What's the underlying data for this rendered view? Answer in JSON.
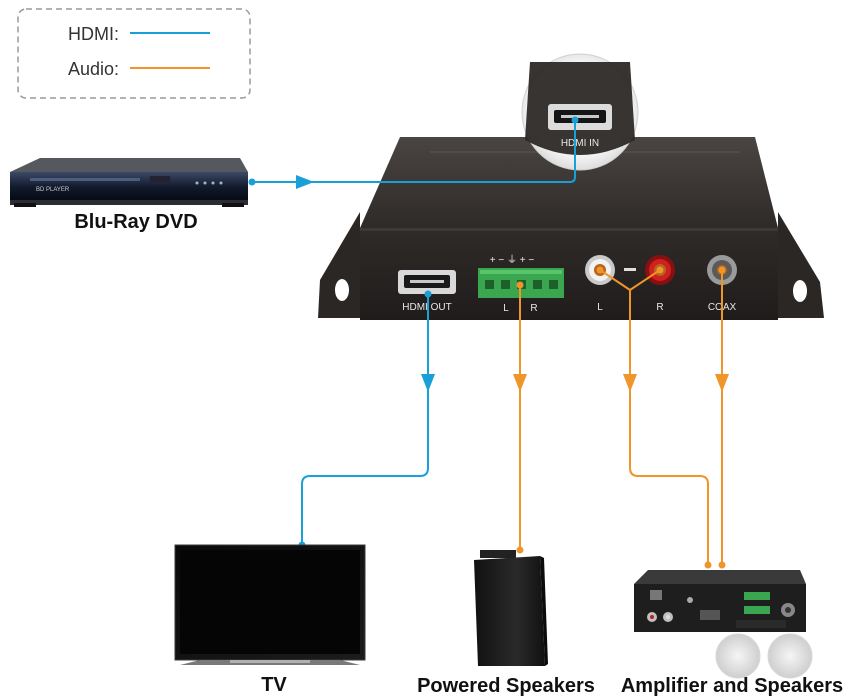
{
  "legend": {
    "items": [
      {
        "label": "HDMI:",
        "color": "#1aa0d8"
      },
      {
        "label": "Audio:",
        "color": "#f0952a"
      }
    ]
  },
  "devices": {
    "source": {
      "label": "Blu-Ray DVD",
      "faceplate": "BD PLAYER"
    },
    "extractor": {
      "input_port": "HDMI IN",
      "ports": {
        "hdmi_out": "HDMI OUT",
        "terminal_pins": "+ − ⏚ + −",
        "terminal_l": "L",
        "terminal_r": "R",
        "rca_l": "L",
        "rca_r": "R",
        "coax": "COAX"
      }
    },
    "tv": {
      "label": "TV"
    },
    "powered_speakers": {
      "label": "Powered Speakers"
    },
    "amplifier": {
      "label": "Amplifier and Speakers"
    }
  },
  "colors": {
    "hdmi": "#1aa0d8",
    "audio": "#f0952a",
    "device_body": "#2f2b29"
  }
}
